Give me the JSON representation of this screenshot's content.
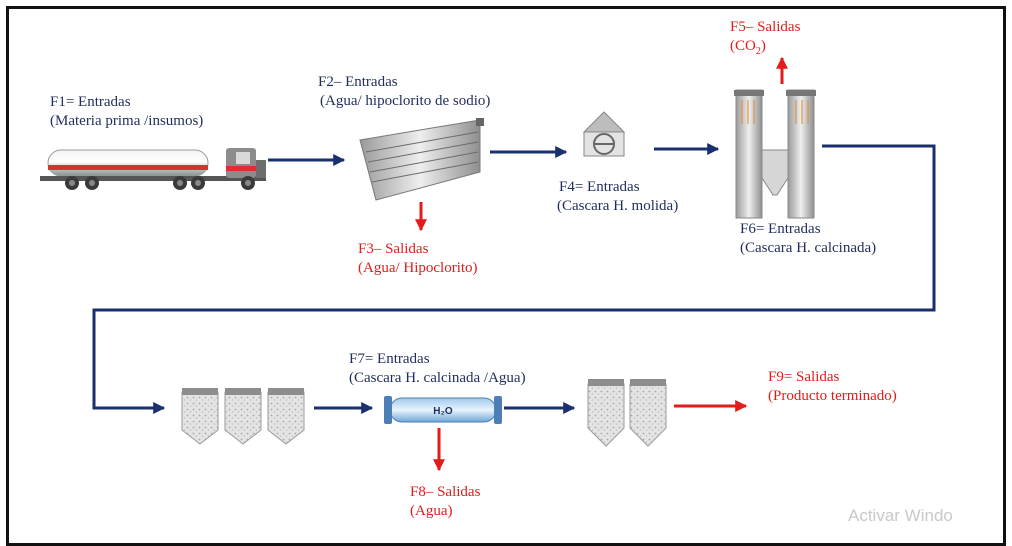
{
  "flows": {
    "f1": {
      "title": "F1= Entradas",
      "detail": "(Materia prima /insumos)"
    },
    "f2": {
      "title": "F2– Entradas",
      "detail": "(Agua/ hipoclorito de sodio)"
    },
    "f3": {
      "title": "F3– Salidas",
      "detail": "(Agua/ Hipoclorito)"
    },
    "f4": {
      "title": "F4= Entradas",
      "detail": "(Cascara H. molida)"
    },
    "f5": {
      "title": "F5– Salidas",
      "detail_prefix": "(CO",
      "detail_sub": "2",
      "detail_suffix": ")"
    },
    "f6": {
      "title": "F6= Entradas",
      "detail": "(Cascara H. calcinada)"
    },
    "f7": {
      "title": "F7= Entradas",
      "detail": "(Cascara H. calcinada /Agua)"
    },
    "f8": {
      "title": "F8– Salidas",
      "detail": "(Agua)"
    },
    "f9": {
      "title": "F9= Salidas",
      "detail": "(Producto terminado)"
    }
  },
  "equipment": {
    "mixer_label": "H₂O"
  },
  "watermark": "Activar Windo",
  "colors": {
    "input_text": "#1f2d5c",
    "output_text": "#e21b1b",
    "flow_arrow": "#1a2f6e",
    "output_arrow": "#e21b1b"
  }
}
